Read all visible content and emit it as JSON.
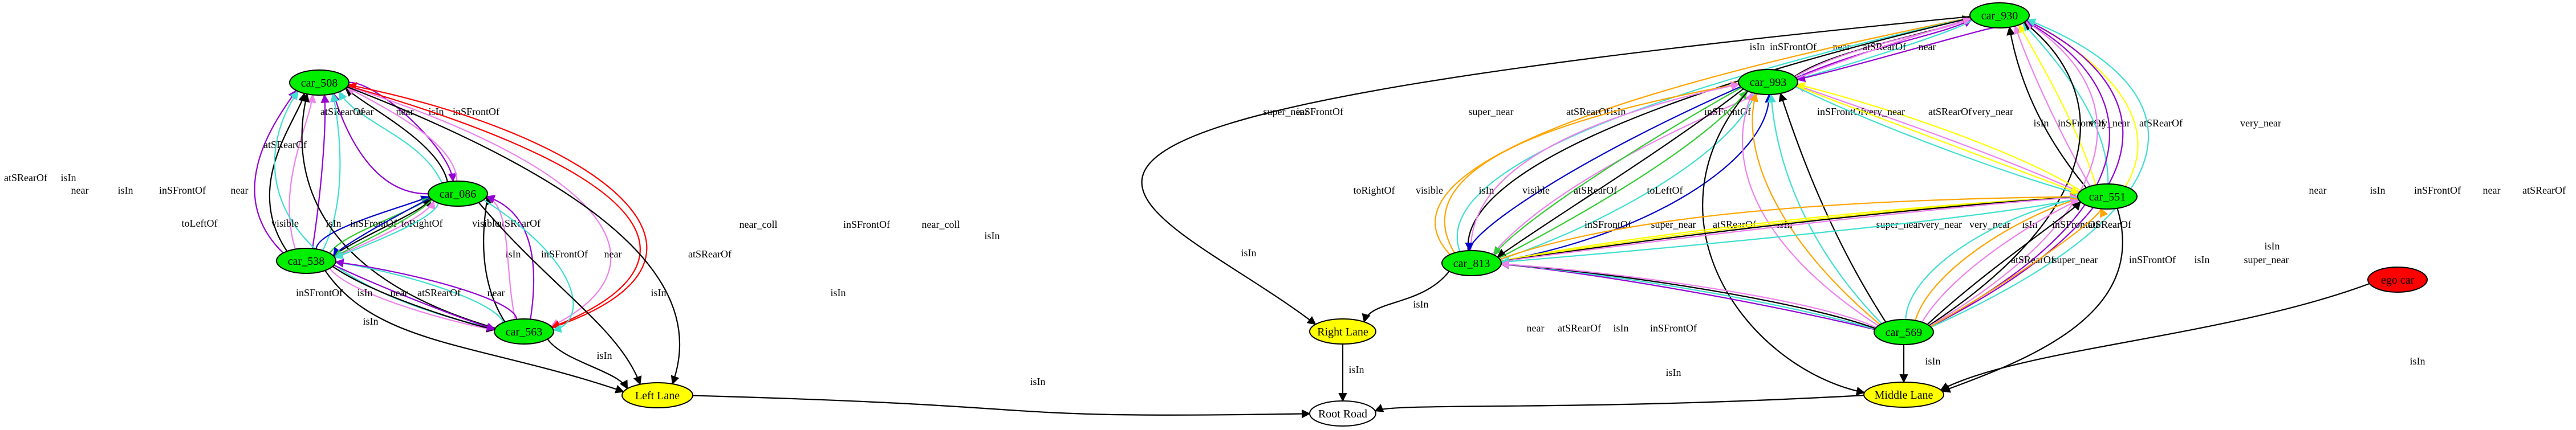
{
  "colors": {
    "car_node": "#00ee00",
    "lane_node": "#ffff00",
    "ego_node": "#ff0000",
    "road_node": "#ffffff",
    "isIn": "#000000",
    "near": "#9400d3",
    "very_near": "#ffff00",
    "super_near": "#ffa500",
    "near_coll": "#ff0000",
    "inSFrontOf": "#ee82ee",
    "atSRearOf": "#40e0d0",
    "toLeftOf": "#0000cd",
    "toRightOf": "#0000cd",
    "visible": "#32cd32"
  },
  "nodes": [
    {
      "id": "car_508",
      "label": "car_508",
      "kind": "car_node"
    },
    {
      "id": "car_086",
      "label": "car_086",
      "kind": "car_node"
    },
    {
      "id": "car_538",
      "label": "car_538",
      "kind": "car_node"
    },
    {
      "id": "car_563",
      "label": "car_563",
      "kind": "car_node"
    },
    {
      "id": "left_lane",
      "label": "Left Lane",
      "kind": "lane_node"
    },
    {
      "id": "car_930",
      "label": "car_930",
      "kind": "car_node"
    },
    {
      "id": "car_993",
      "label": "car_993",
      "kind": "car_node"
    },
    {
      "id": "car_551",
      "label": "car_551",
      "kind": "car_node"
    },
    {
      "id": "car_813",
      "label": "car_813",
      "kind": "car_node"
    },
    {
      "id": "car_569",
      "label": "car_569",
      "kind": "car_node"
    },
    {
      "id": "ego_car",
      "label": "ego car",
      "kind": "ego_node"
    },
    {
      "id": "right_lane",
      "label": "Right Lane",
      "kind": "lane_node"
    },
    {
      "id": "middle_lane",
      "label": "Middle Lane",
      "kind": "lane_node"
    },
    {
      "id": "root_road",
      "label": "Root Road",
      "kind": "road_node"
    }
  ],
  "edges": [
    {
      "from": "car_086",
      "to": "car_508",
      "label": "near",
      "rel": "near"
    },
    {
      "from": "car_508",
      "to": "car_086",
      "label": "near",
      "rel": "near"
    },
    {
      "from": "car_086",
      "to": "car_508",
      "label": "atSRearOf",
      "rel": "atSRearOf"
    },
    {
      "from": "car_086",
      "to": "car_508",
      "label": "isIn",
      "rel": "isIn"
    },
    {
      "from": "car_086",
      "to": "car_508",
      "label": "inSFrontOf",
      "rel": "inSFrontOf"
    },
    {
      "from": "car_538",
      "to": "car_508",
      "label": "near",
      "rel": "near"
    },
    {
      "from": "car_538",
      "to": "car_508",
      "label": "isIn",
      "rel": "isIn"
    },
    {
      "from": "car_538",
      "to": "car_508",
      "label": "inSFrontOf",
      "rel": "inSFrontOf"
    },
    {
      "from": "car_538",
      "to": "car_508",
      "label": "near",
      "rel": "near"
    },
    {
      "from": "car_538",
      "to": "car_508",
      "label": "atSRearOf",
      "rel": "atSRearOf"
    },
    {
      "from": "car_563",
      "to": "car_508",
      "label": "atSRearOf",
      "rel": "atSRearOf"
    },
    {
      "from": "car_563",
      "to": "car_508",
      "label": "isIn",
      "rel": "isIn"
    },
    {
      "from": "car_563",
      "to": "car_508",
      "label": "near_coll",
      "rel": "near_coll"
    },
    {
      "from": "car_508",
      "to": "car_563",
      "label": "inSFrontOf",
      "rel": "inSFrontOf"
    },
    {
      "from": "car_508",
      "to": "car_563",
      "label": "near_coll",
      "rel": "near_coll"
    },
    {
      "from": "car_538",
      "to": "car_086",
      "label": "toLeftOf",
      "rel": "toLeftOf"
    },
    {
      "from": "car_538",
      "to": "car_086",
      "label": "visible",
      "rel": "visible"
    },
    {
      "from": "car_538",
      "to": "car_086",
      "label": "isIn",
      "rel": "isIn"
    },
    {
      "from": "car_538",
      "to": "car_086",
      "label": "inSFrontOf",
      "rel": "inSFrontOf"
    },
    {
      "from": "car_086",
      "to": "car_538",
      "label": "toRightOf",
      "rel": "toRightOf"
    },
    {
      "from": "car_086",
      "to": "car_538",
      "label": "visible",
      "rel": "visible"
    },
    {
      "from": "car_086",
      "to": "car_538",
      "label": "atSRearOf",
      "rel": "atSRearOf"
    },
    {
      "from": "car_563",
      "to": "car_086",
      "label": "isIn",
      "rel": "isIn"
    },
    {
      "from": "car_563",
      "to": "car_086",
      "label": "inSFrontOf",
      "rel": "inSFrontOf"
    },
    {
      "from": "car_563",
      "to": "car_086",
      "label": "near",
      "rel": "near"
    },
    {
      "from": "car_086",
      "to": "car_563",
      "label": "atSRearOf",
      "rel": "atSRearOf"
    },
    {
      "from": "car_538",
      "to": "car_563",
      "label": "inSFrontOf",
      "rel": "inSFrontOf"
    },
    {
      "from": "car_538",
      "to": "car_563",
      "label": "isIn",
      "rel": "isIn"
    },
    {
      "from": "car_538",
      "to": "car_563",
      "label": "near",
      "rel": "near"
    },
    {
      "from": "car_563",
      "to": "car_538",
      "label": "atSRearOf",
      "rel": "atSRearOf"
    },
    {
      "from": "car_563",
      "to": "car_538",
      "label": "near",
      "rel": "near"
    },
    {
      "from": "car_538",
      "to": "left_lane",
      "label": "isIn",
      "rel": "isIn"
    },
    {
      "from": "car_563",
      "to": "left_lane",
      "label": "isIn",
      "rel": "isIn"
    },
    {
      "from": "car_086",
      "to": "left_lane",
      "label": "isIn",
      "rel": "isIn"
    },
    {
      "from": "car_508",
      "to": "left_lane",
      "label": "isIn",
      "rel": "isIn"
    },
    {
      "from": "left_lane",
      "to": "root_road",
      "label": "isIn",
      "rel": "isIn"
    },
    {
      "from": "car_993",
      "to": "car_930",
      "label": "isIn",
      "rel": "isIn"
    },
    {
      "from": "car_993",
      "to": "car_930",
      "label": "inSFrontOf",
      "rel": "inSFrontOf"
    },
    {
      "from": "car_993",
      "to": "car_930",
      "label": "near",
      "rel": "near"
    },
    {
      "from": "car_930",
      "to": "car_993",
      "label": "atSRearOf",
      "rel": "atSRearOf"
    },
    {
      "from": "car_930",
      "to": "car_993",
      "label": "near",
      "rel": "near"
    },
    {
      "from": "car_551",
      "to": "car_930",
      "label": "isIn",
      "rel": "isIn"
    },
    {
      "from": "car_551",
      "to": "car_930",
      "label": "inSFrontOf",
      "rel": "inSFrontOf"
    },
    {
      "from": "car_551",
      "to": "car_930",
      "label": "very_near",
      "rel": "very_near"
    },
    {
      "from": "car_551",
      "to": "car_930",
      "label": "atSRearOf",
      "rel": "atSRearOf"
    },
    {
      "from": "car_551",
      "to": "car_930",
      "label": "very_near",
      "rel": "very_near"
    },
    {
      "from": "car_813",
      "to": "car_930",
      "label": "super_near",
      "rel": "super_near"
    },
    {
      "from": "car_813",
      "to": "car_930",
      "label": "atSRearOf",
      "rel": "atSRearOf"
    },
    {
      "from": "car_813",
      "to": "car_930",
      "label": "isIn",
      "rel": "isIn"
    },
    {
      "from": "car_813",
      "to": "car_930",
      "label": "inSFrontOf",
      "rel": "inSFrontOf"
    },
    {
      "from": "car_569",
      "to": "car_930",
      "label": "near",
      "rel": "near"
    },
    {
      "from": "car_569",
      "to": "car_930",
      "label": "isIn",
      "rel": "isIn"
    },
    {
      "from": "car_569",
      "to": "car_930",
      "label": "inSFrontOf",
      "rel": "inSFrontOf"
    },
    {
      "from": "car_569",
      "to": "car_930",
      "label": "near",
      "rel": "near"
    },
    {
      "from": "car_569",
      "to": "car_930",
      "label": "atSRearOf",
      "rel": "atSRearOf"
    },
    {
      "from": "car_930",
      "to": "right_lane",
      "label": "isIn",
      "rel": "isIn"
    },
    {
      "from": "car_813",
      "to": "car_993",
      "label": "super_near",
      "rel": "super_near"
    },
    {
      "from": "car_813",
      "to": "car_993",
      "label": "inSFrontOf",
      "rel": "inSFrontOf"
    },
    {
      "from": "car_993",
      "to": "car_813",
      "label": "toRightOf",
      "rel": "toRightOf"
    },
    {
      "from": "car_993",
      "to": "car_813",
      "label": "visible",
      "rel": "visible"
    },
    {
      "from": "car_993",
      "to": "car_813",
      "label": "isIn",
      "rel": "isIn"
    },
    {
      "from": "car_813",
      "to": "car_993",
      "label": "visible",
      "rel": "visible"
    },
    {
      "from": "car_813",
      "to": "car_993",
      "label": "atSRearOf",
      "rel": "atSRearOf"
    },
    {
      "from": "car_813",
      "to": "car_993",
      "label": "toLeftOf",
      "rel": "toLeftOf"
    },
    {
      "from": "car_551",
      "to": "car_993",
      "label": "inSFrontOf",
      "rel": "inSFrontOf"
    },
    {
      "from": "car_551",
      "to": "car_993",
      "label": "very_near",
      "rel": "very_near"
    },
    {
      "from": "car_993",
      "to": "car_551",
      "label": "atSRearOf",
      "rel": "atSRearOf"
    },
    {
      "from": "car_993",
      "to": "car_551",
      "label": "very_near",
      "rel": "very_near"
    },
    {
      "from": "car_569",
      "to": "car_993",
      "label": "inSFrontOf",
      "rel": "inSFrontOf"
    },
    {
      "from": "car_569",
      "to": "car_993",
      "label": "super_near",
      "rel": "super_near"
    },
    {
      "from": "car_569",
      "to": "car_993",
      "label": "atSRearOf",
      "rel": "atSRearOf"
    },
    {
      "from": "car_569",
      "to": "car_993",
      "label": "isIn",
      "rel": "isIn"
    },
    {
      "from": "car_993",
      "to": "middle_lane",
      "label": "isIn",
      "rel": "isIn"
    },
    {
      "from": "car_813",
      "to": "car_551",
      "label": "super_near",
      "rel": "super_near"
    },
    {
      "from": "car_813",
      "to": "car_551",
      "label": "very_near",
      "rel": "very_near"
    },
    {
      "from": "car_813",
      "to": "car_551",
      "label": "very_near",
      "rel": "very_near"
    },
    {
      "from": "car_813",
      "to": "car_551",
      "label": "isIn",
      "rel": "isIn"
    },
    {
      "from": "car_813",
      "to": "car_551",
      "label": "inSFrontOf",
      "rel": "inSFrontOf"
    },
    {
      "from": "car_551",
      "to": "car_813",
      "label": "atSRearOf",
      "rel": "atSRearOf"
    },
    {
      "from": "car_569",
      "to": "car_551",
      "label": "atSRearOf",
      "rel": "atSRearOf"
    },
    {
      "from": "car_569",
      "to": "car_551",
      "label": "super_near",
      "rel": "super_near"
    },
    {
      "from": "car_569",
      "to": "car_551",
      "label": "inSFrontOf",
      "rel": "inSFrontOf"
    },
    {
      "from": "car_569",
      "to": "car_551",
      "label": "isIn",
      "rel": "isIn"
    },
    {
      "from": "car_569",
      "to": "car_551",
      "label": "super_near",
      "rel": "super_near"
    },
    {
      "from": "car_551",
      "to": "middle_lane",
      "label": "isIn",
      "rel": "isIn"
    },
    {
      "from": "car_569",
      "to": "car_813",
      "label": "near",
      "rel": "near"
    },
    {
      "from": "car_569",
      "to": "car_813",
      "label": "atSRearOf",
      "rel": "atSRearOf"
    },
    {
      "from": "car_569",
      "to": "car_813",
      "label": "isIn",
      "rel": "isIn"
    },
    {
      "from": "car_569",
      "to": "car_813",
      "label": "inSFrontOf",
      "rel": "inSFrontOf"
    },
    {
      "from": "car_813",
      "to": "right_lane",
      "label": "isIn",
      "rel": "isIn"
    },
    {
      "from": "car_569",
      "to": "middle_lane",
      "label": "isIn",
      "rel": "isIn"
    },
    {
      "from": "ego_car",
      "to": "middle_lane",
      "label": "isIn",
      "rel": "isIn"
    },
    {
      "from": "right_lane",
      "to": "root_road",
      "label": "isIn",
      "rel": "isIn"
    },
    {
      "from": "middle_lane",
      "to": "root_road",
      "label": "isIn",
      "rel": "isIn"
    }
  ]
}
